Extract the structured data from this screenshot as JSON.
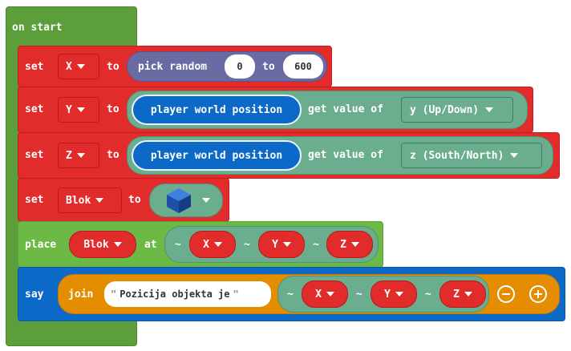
{
  "event": {
    "label": "on start"
  },
  "blocks": {
    "setX": {
      "kw_set": "set",
      "var": "X",
      "kw_to": "to",
      "fn": "pick random",
      "min": "0",
      "kw_to2": "to",
      "max": "600"
    },
    "setY": {
      "kw_set": "set",
      "var": "Y",
      "kw_to": "to",
      "fn": "player world position",
      "getter": "get value of",
      "axis": "y (Up/Down)"
    },
    "setZ": {
      "kw_set": "set",
      "var": "Z",
      "kw_to": "to",
      "fn": "player world position",
      "getter": "get value of",
      "axis": "z (South/North)"
    },
    "setBlok": {
      "kw_set": "set",
      "var": "Blok",
      "kw_to": "to",
      "block_icon": "blue-block-icon"
    },
    "place": {
      "kw": "place",
      "var": "Blok",
      "kw_at": "at",
      "tilde": "~",
      "x": "X",
      "y": "Y",
      "z": "Z"
    },
    "say": {
      "kw": "say",
      "join": "join",
      "string": "Pozicija objekta je",
      "tilde": "~",
      "x": "X",
      "y": "Y",
      "z": "Z"
    }
  },
  "colors": {
    "event": "#5c9f3a",
    "variables": "#e22b2b",
    "blocks": "#6db946",
    "player": "#0d69c7",
    "math": "#6a6ba3",
    "positions": "#6aae8f",
    "text": "#e48d00"
  }
}
